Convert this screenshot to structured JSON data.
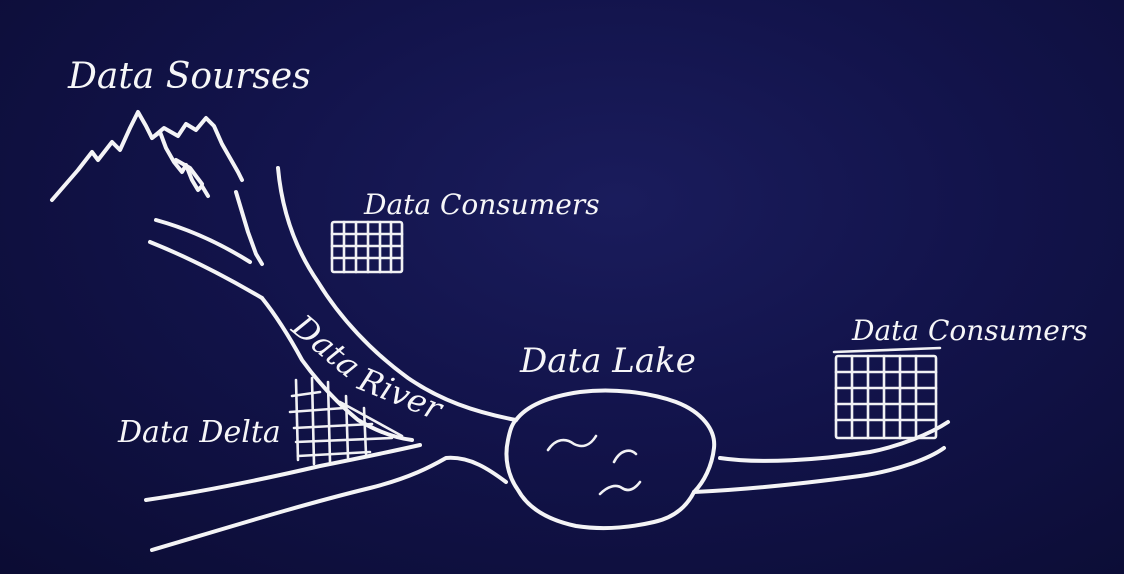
{
  "labels": {
    "data_sources": "Data Sourses",
    "data_consumers_top": "Data Consumers",
    "data_consumers_right": "Data Consumers",
    "data_lake": "Data Lake",
    "data_delta": "Data Delta",
    "data_river_word1": "Data",
    "data_river_word2": "River"
  },
  "colors": {
    "background": "#12134a",
    "chalk": "#f4f4f6"
  }
}
